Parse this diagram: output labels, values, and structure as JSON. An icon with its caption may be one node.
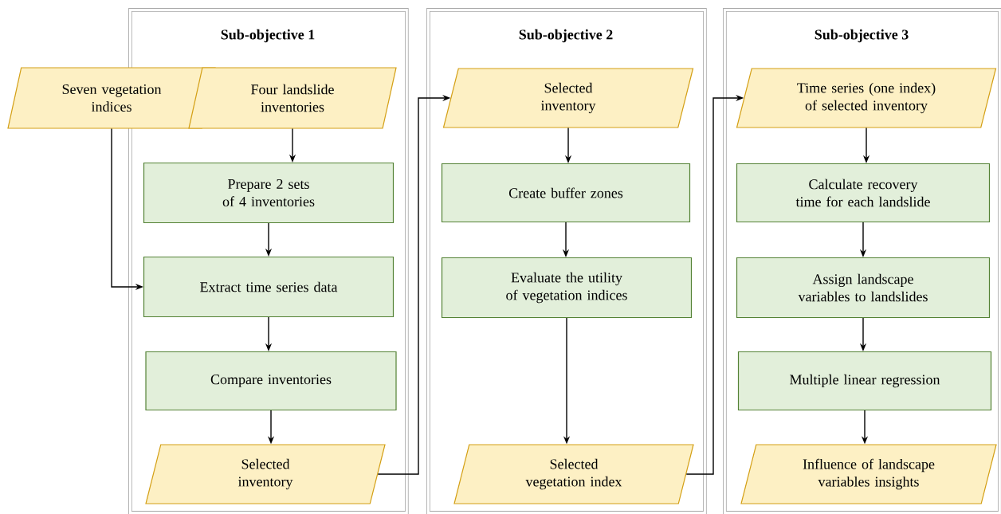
{
  "diagram": {
    "nodes": [
      {
        "text": [
          "Seven vegetation indices"
        ]
      },
      {
        "text": [
          "Sub-objective 1"
        ]
      },
      {
        "text": [
          "Four landslide inventories"
        ],
        "in": 1
      },
      {
        "text": [
          "Prepare 2 sets of 4 inventories"
        ],
        "in": 1
      },
      {
        "text": [
          "Extract time series data"
        ],
        "in": 1
      },
      {
        "text": [
          "Compare inventories"
        ],
        "in": 1
      },
      {
        "text": [
          "Selected inventory"
        ],
        "in": 1
      },
      {
        "text": [
          "Sub-objective 2"
        ]
      },
      {
        "text": [
          "Selected inventory"
        ],
        "in": 7
      },
      {
        "text": [
          "Create buffer zones"
        ],
        "in": 7
      },
      {
        "text": [
          "Evaluate the utility of vegetation indices"
        ],
        "in": 7
      },
      {
        "text": [
          "Selected vegetation index"
        ],
        "in": 7
      },
      {
        "text": [
          "Sub-objective 3"
        ]
      },
      {
        "text": [
          "Time series (one index) of selected inventory"
        ],
        "in": 12
      },
      {
        "text": [
          "Calculate recovery time for each landslide"
        ],
        "in": 12
      },
      {
        "text": [
          "Assign landscape variables to landslides"
        ],
        "in": 12
      },
      {
        "text": [
          "Multiple linear regression"
        ],
        "in": 12
      },
      {
        "text": [
          "Influence of landscape variables insights"
        ],
        "in": 12
      }
    ],
    "edges": [
      {
        "from": 0,
        "to": 4,
        "arrow": "to"
      },
      {
        "from": 2,
        "to": 3,
        "arrow": "to"
      },
      {
        "from": 3,
        "to": 4,
        "arrow": "to"
      },
      {
        "from": 4,
        "to": 5,
        "arrow": "to"
      },
      {
        "from": 5,
        "to": 6,
        "arrow": "to"
      },
      {
        "from": 6,
        "to": 8,
        "arrow": "to"
      },
      {
        "from": 8,
        "to": 9,
        "arrow": "to"
      },
      {
        "from": 9,
        "to": 10,
        "arrow": "to"
      },
      {
        "from": 10,
        "to": 11,
        "arrow": "to"
      },
      {
        "from": 11,
        "to": 13,
        "arrow": "to"
      },
      {
        "from": 13,
        "to": 14,
        "arrow": "to"
      },
      {
        "from": 14,
        "to": 15,
        "arrow": "to"
      },
      {
        "from": 15,
        "to": 16,
        "arrow": "to"
      },
      {
        "from": 16,
        "to": 17,
        "arrow": "to"
      }
    ]
  }
}
